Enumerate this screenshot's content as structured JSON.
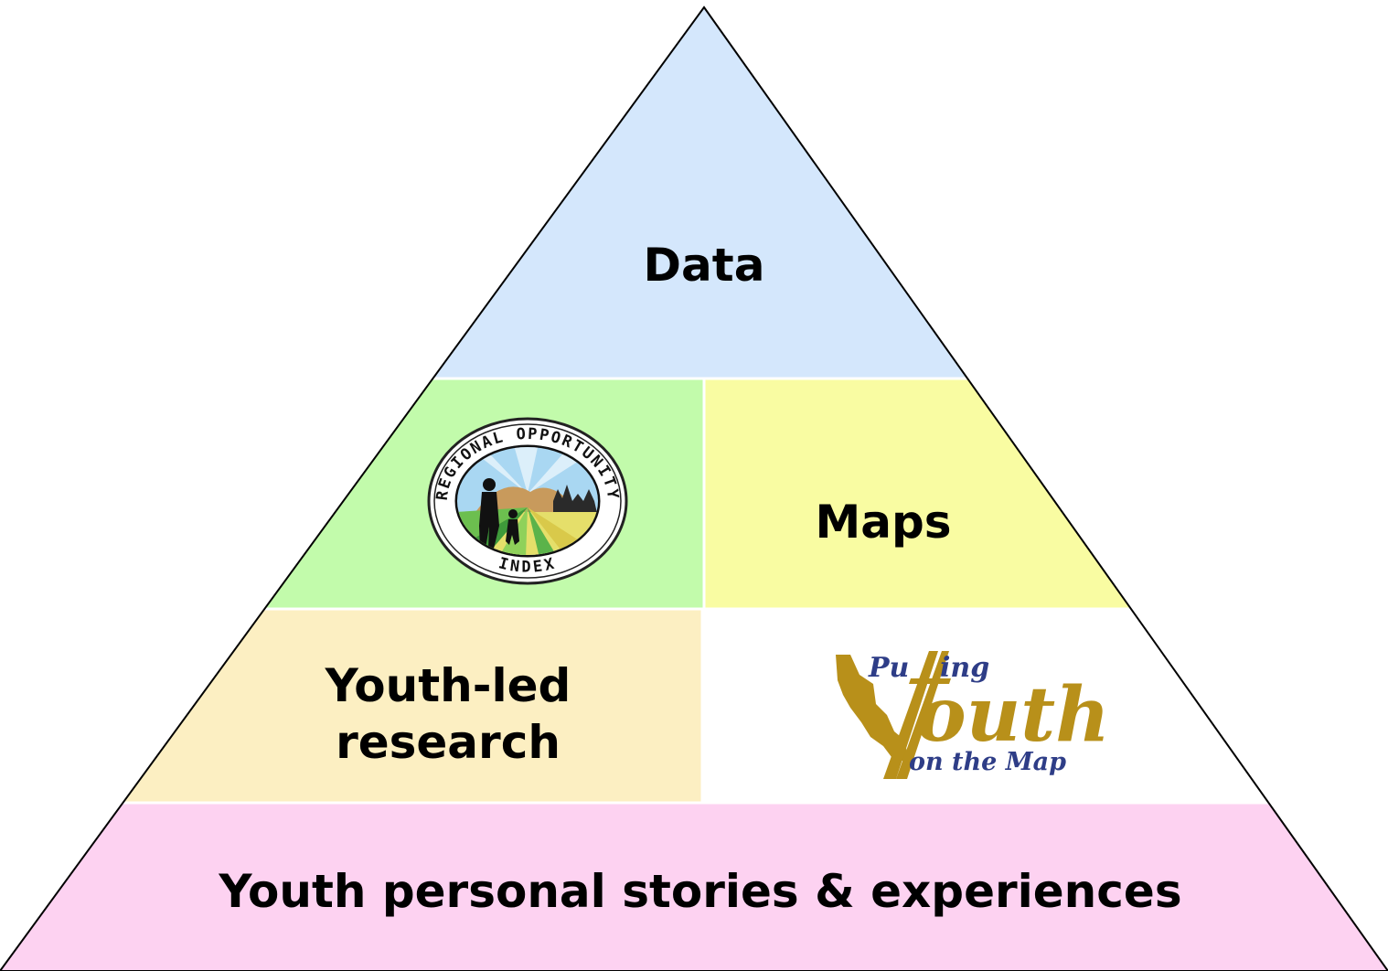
{
  "diagram": {
    "type": "pyramid",
    "colors": {
      "data_tier": "#d4e7fc",
      "index_tier": "#c2fbab",
      "maps_tier": "#f9fca2",
      "research_tier": "#fcefc2",
      "logo_tier": "#ffffff",
      "base_tier": "#fdd2f1",
      "outline": "#000000"
    },
    "tiers": [
      {
        "label": "Data"
      },
      {
        "logo_text_top": "REGIONAL OPPORTUNITY",
        "logo_text_bottom": "INDEX",
        "label_right": "Maps"
      },
      {
        "label_lines": [
          "Youth-led",
          "research"
        ],
        "logo_words": [
          "Pu",
          "ing",
          "outh",
          "on the Map"
        ]
      },
      {
        "label": "Youth personal stories & experiences"
      }
    ]
  }
}
